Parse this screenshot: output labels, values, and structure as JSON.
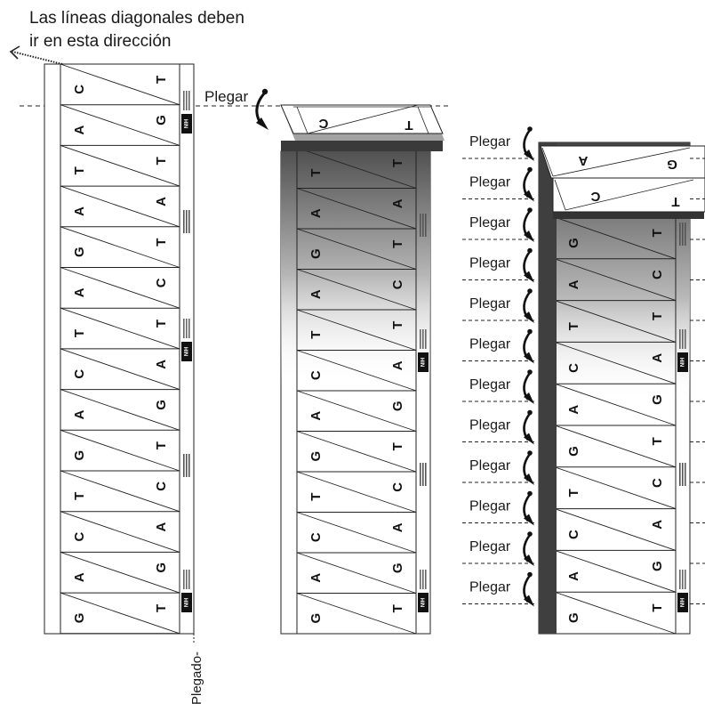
{
  "instruction": {
    "line1": "Las líneas diagonales deben",
    "line2": "ir en esta dirección"
  },
  "fold_label": "Plegar",
  "folded_label": "Plegado-",
  "logo_text": "NIH",
  "strip_letters": [
    [
      "C",
      "T"
    ],
    [
      "A",
      "G"
    ],
    [
      "T",
      "T"
    ],
    [
      "A",
      "A"
    ],
    [
      "G",
      "T"
    ],
    [
      "A",
      "C"
    ],
    [
      "T",
      "T"
    ],
    [
      "C",
      "A"
    ],
    [
      "A",
      "G"
    ],
    [
      "G",
      "T"
    ],
    [
      "T",
      "C"
    ],
    [
      "C",
      "A"
    ],
    [
      "A",
      "G"
    ],
    [
      "G",
      "T"
    ]
  ],
  "panel2_letters": [
    [
      "T",
      "T"
    ],
    [
      "A",
      "A"
    ],
    [
      "G",
      "T"
    ],
    [
      "A",
      "C"
    ],
    [
      "T",
      "T"
    ],
    [
      "C",
      "A"
    ],
    [
      "A",
      "G"
    ],
    [
      "G",
      "T"
    ],
    [
      "T",
      "C"
    ],
    [
      "C",
      "A"
    ],
    [
      "A",
      "G"
    ],
    [
      "G",
      "T"
    ]
  ],
  "panel3_letters": [
    [
      "G",
      "T"
    ],
    [
      "A",
      "C"
    ],
    [
      "T",
      "T"
    ],
    [
      "C",
      "A"
    ],
    [
      "A",
      "G"
    ],
    [
      "G",
      "T"
    ],
    [
      "T",
      "C"
    ],
    [
      "C",
      "A"
    ],
    [
      "A",
      "G"
    ],
    [
      "G",
      "T"
    ]
  ],
  "panel2_flap_letters": [
    "C",
    "T"
  ],
  "panel3_flap_letters": [
    [
      "A",
      "G"
    ],
    [
      "C",
      "T"
    ]
  ],
  "colors": {
    "line": "#222222",
    "shade_dark": "#5a5a5a",
    "arrow": "#111111"
  }
}
